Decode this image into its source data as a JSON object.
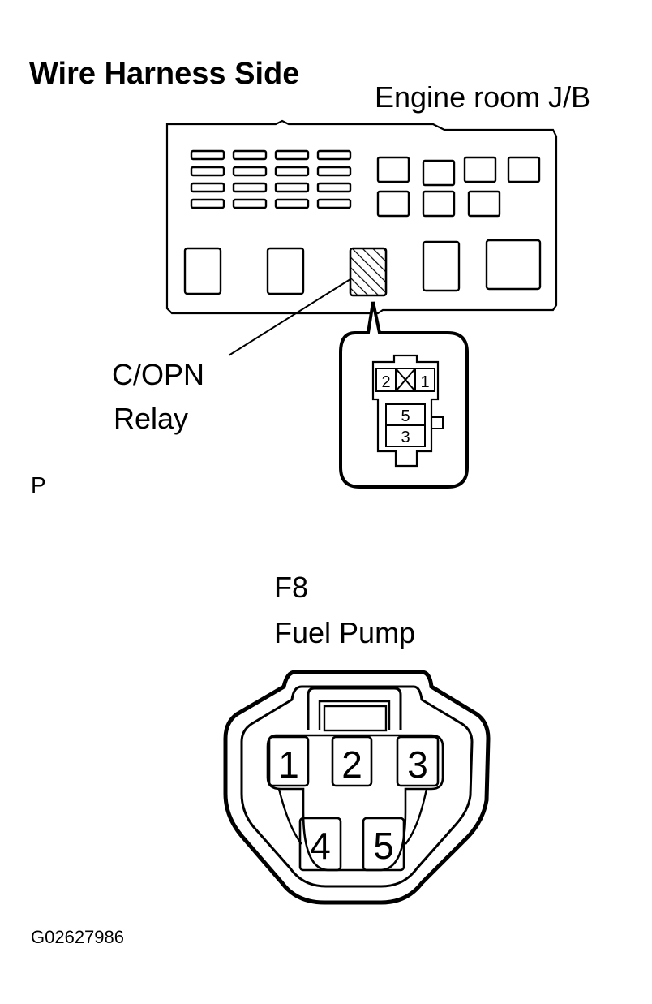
{
  "title": "Wire Harness Side",
  "junction_block": {
    "label": "Engine room J/B"
  },
  "relay": {
    "name": "C/OPN",
    "sub": "Relay",
    "pins": [
      "2",
      "1",
      "5",
      "3"
    ]
  },
  "p_label": "P",
  "connector": {
    "code": "F8",
    "name": "Fuel Pump",
    "pins": [
      "1",
      "2",
      "3",
      "4",
      "5"
    ]
  },
  "figure_code": "G02627986",
  "colors": {
    "ink": "#000000",
    "paper": "#ffffff"
  }
}
